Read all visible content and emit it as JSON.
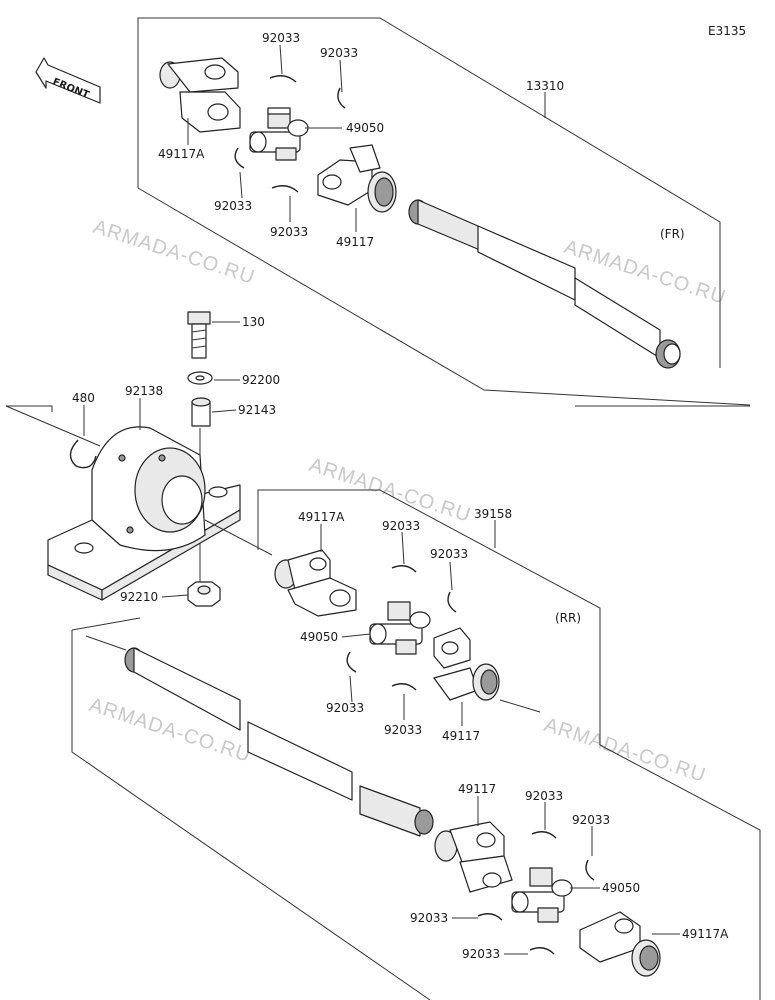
{
  "diagram_code": "E3135",
  "front_label": "FRONT",
  "watermark": "ARMADA-CO.RU",
  "group_fr": "(FR)",
  "group_rr": "(RR)",
  "parts": {
    "p13310": "13310",
    "p39158": "39158",
    "p130": "130",
    "p92200": "92200",
    "p92143": "92143",
    "p480": "480",
    "p92138": "92138",
    "p92210": "92210",
    "p49117A": "49117A",
    "p49117": "49117",
    "p49050": "49050",
    "p92033": "92033"
  }
}
